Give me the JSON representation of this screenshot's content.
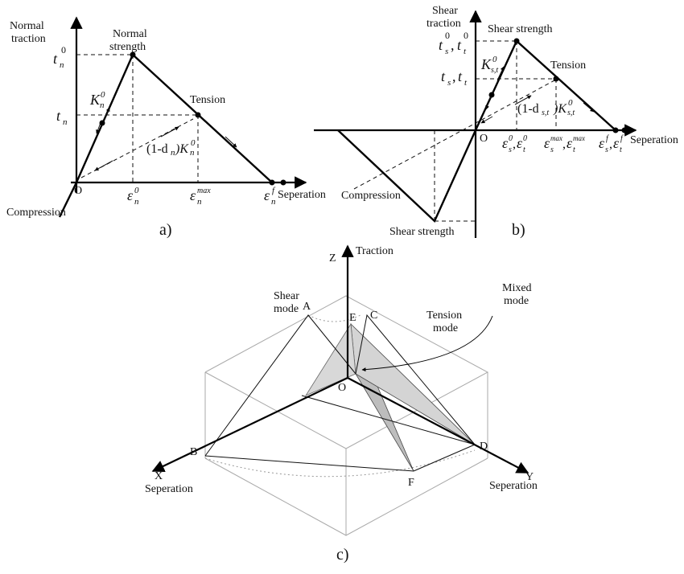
{
  "panel_a": {
    "caption": "a)",
    "y_axis_label_line1": "Normal",
    "y_axis_label_line2": "traction",
    "peak_label_line1": "Normal",
    "peak_label_line2": "strength",
    "tension": "Tension",
    "compression": "Compression",
    "origin": "O",
    "x_axis_label": "Seperation",
    "stiffness": "K",
    "stiffness_sub": "n",
    "stiffness_sup": "0",
    "damaged_prefix": "(1-d",
    "damaged_mid": ")K",
    "tn0": "t",
    "tn": "t",
    "eps": "ε",
    "max": "max",
    "f": "f",
    "n": "n",
    "zero": "0"
  },
  "panel_b": {
    "caption": "b)",
    "y_axis_label_line1": "Shear",
    "y_axis_label_line2": "traction",
    "shear_strength": "Shear strength",
    "shear_strength_bottom": "Shear strength",
    "tension": "Tension",
    "compression": "Compression",
    "origin": "O",
    "x_axis_label": "Seperation",
    "stiffness": "K",
    "stiffness_sub": "s,t",
    "stiffness_sup": "0",
    "damaged_prefix": "(1-d",
    "damaged_sub": "s,t",
    "damaged_mid": ")K",
    "t": "t",
    "s": "s",
    "tt": "t",
    "eps": "ε",
    "max": "max",
    "f": "f",
    "zero": "0",
    "comma": ","
  },
  "panel_c": {
    "caption": "c)",
    "z_axis_letter": "Z",
    "z_axis_label": "Traction",
    "x_axis_letter": "X",
    "x_axis_label": "Seperation",
    "y_axis_letter": "Y",
    "y_axis_label": "Seperation",
    "shear_mode_line1": "Shear",
    "shear_mode_line2": "mode",
    "tension_mode_line1": "Tension",
    "tension_mode_line2": "mode",
    "mixed_mode_line1": "Mixed",
    "mixed_mode_line2": "mode",
    "point_a": "A",
    "point_b": "B",
    "point_c": "C",
    "point_d": "D",
    "point_e": "E",
    "point_f": "F",
    "origin": "O"
  }
}
